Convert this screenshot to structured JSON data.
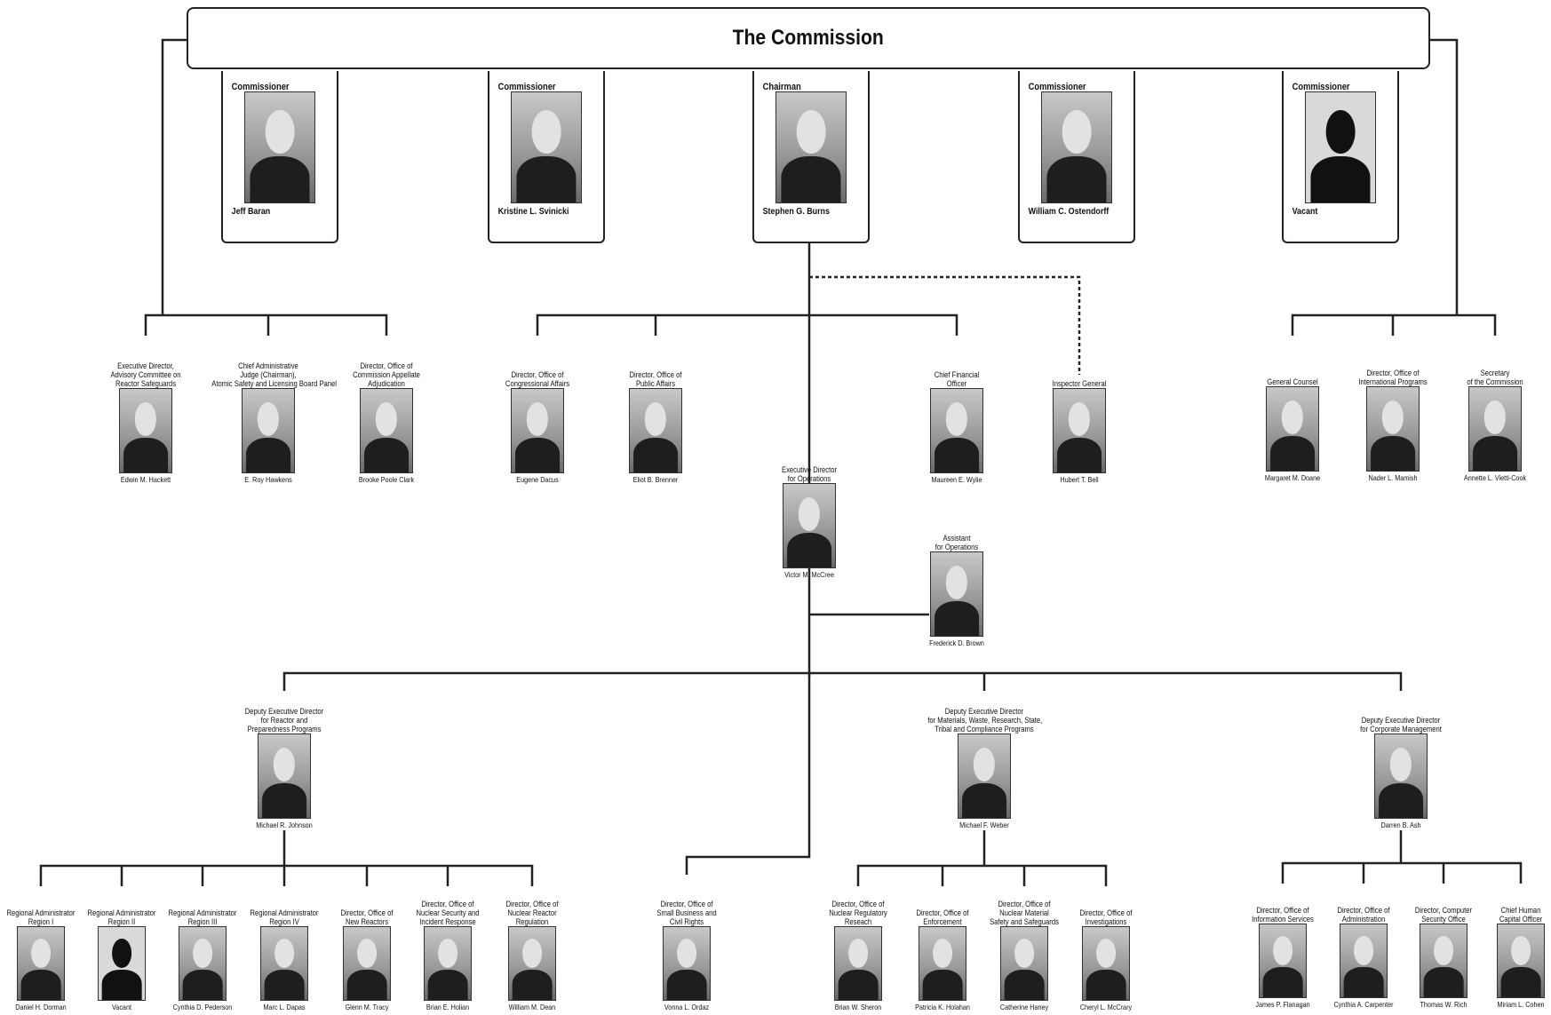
{
  "header": {
    "title": "The Commission"
  },
  "commissioners": [
    {
      "title": "Commissioner",
      "name": "Jeff Baran",
      "vacant": false
    },
    {
      "title": "Commissioner",
      "name": "Kristine L. Svinicki",
      "vacant": false
    },
    {
      "title": "Chairman",
      "name": "Stephen G. Burns",
      "vacant": false
    },
    {
      "title": "Commissioner",
      "name": "William C. Ostendorff",
      "vacant": false
    },
    {
      "title": "Commissioner",
      "name": "Vacant",
      "vacant": true
    }
  ],
  "commission_staff_left": [
    {
      "title": "Executive Director,\nAdvisory Committee on\nReactor Safeguards",
      "name": "Edwin M. Hackett"
    },
    {
      "title": "Chief Administrative\nJudge (Chairman),\nAtomic Safety and Licensing Board Panel",
      "name": "E. Roy Hawkens"
    },
    {
      "title": "Director, Office of\nCommission Appellate\nAdjudication",
      "name": "Brooke Poole Clark"
    }
  ],
  "chairman_staff": [
    {
      "title": "Director, Office of\nCongressional Affairs",
      "name": "Eugene Dacus"
    },
    {
      "title": "Director, Office of\nPublic Affairs",
      "name": "Eliot B. Brenner"
    },
    {
      "title": "Chief Financial\nOfficer",
      "name": "Maureen E. Wylie"
    },
    {
      "title": "Inspector General",
      "name": "Hubert T. Bell"
    }
  ],
  "commission_staff_right": [
    {
      "title": "General Counsel",
      "name": "Margaret M. Doane"
    },
    {
      "title": "Director, Office of\nInternational Programs",
      "name": "Nader L. Mamish"
    },
    {
      "title": "Secretary\nof the Commission",
      "name": "Annette L. Vietti-Cook"
    }
  ],
  "edo": {
    "title": "Executive Director\nfor Operations",
    "name": "Victor M. McCree"
  },
  "assistant": {
    "title": "Assistant\nfor Operations",
    "name": "Frederick D. Brown"
  },
  "deputies": [
    {
      "title": "Deputy Executive Director\nfor Reactor and\nPreparedness Programs",
      "name": "Michael R. Johnson"
    },
    {
      "title": "Deputy Executive Director\nfor Materials, Waste, Research, State,\nTribal and Compliance Programs",
      "name": "Michael F. Weber"
    },
    {
      "title": "Deputy Executive Director\nfor Corporate Management",
      "name": "Darren B. Ash"
    }
  ],
  "reactor_offices": [
    {
      "title": "Regional Administrator\nRegion I",
      "name": "Daniel H. Dorman",
      "vacant": false
    },
    {
      "title": "Regional Administrator\nRegion II",
      "name": "Vacant",
      "vacant": true
    },
    {
      "title": "Regional Administrator\nRegion III",
      "name": "Cynthia D. Pederson",
      "vacant": false
    },
    {
      "title": "Regional Administrator\nRegion IV",
      "name": "Marc L. Dapas",
      "vacant": false
    },
    {
      "title": "Director, Office of\nNew Reactors",
      "name": "Glenn M. Tracy",
      "vacant": false
    },
    {
      "title": "Director, Office of\nNuclear Security and\nIncident Response",
      "name": "Brian E. Holian",
      "vacant": false
    },
    {
      "title": "Director, Office of\nNuclear Reactor\nRegulation",
      "name": "William M. Dean",
      "vacant": false
    }
  ],
  "sbcr": {
    "title": "Director, Office of\nSmall Business and\nCivil Rights",
    "name": "Vonna L. Ordaz"
  },
  "materials_offices": [
    {
      "title": "Director, Office of\nNuclear Regulatory\nReseach",
      "name": "Brian W. Sheron"
    },
    {
      "title": "Director, Office of\nEnforcement",
      "name": "Patricia K. Holahan"
    },
    {
      "title": "Director, Office of\nNuclear Material\nSafety and Safeguards",
      "name": "Catherine Haney"
    },
    {
      "title": "Director, Office of\nInvestigations",
      "name": "Cheryl L. McCrary"
    }
  ],
  "corporate_offices": [
    {
      "title": "Director, Office of\nInformation Services",
      "name": "James P. Flanagan"
    },
    {
      "title": "Director, Office of\nAdministration",
      "name": "Cynthia A. Carpenter"
    },
    {
      "title": "Director, Computer\nSecurity Office",
      "name": "Thomas W. Rich"
    },
    {
      "title": "Chief Human\nCapital Officer",
      "name": "Miriam L. Cohen"
    }
  ]
}
